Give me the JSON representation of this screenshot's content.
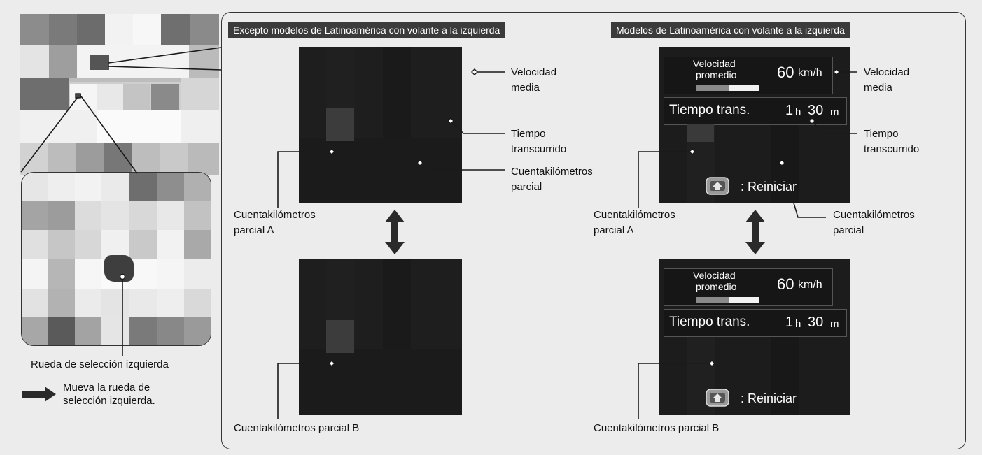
{
  "left_panel": {
    "wheel_label": "Rueda de selección izquierda",
    "arrow_legend": [
      "Mueva la rueda de",
      "selección izquierda."
    ]
  },
  "section_a": {
    "header": "Excepto modelos de Latinoamérica con volante a la izquierda",
    "avg_speed_label": [
      "Velocidad",
      "media"
    ],
    "elapsed_label": [
      "Tiempo",
      "transcurrido"
    ],
    "trip_label": [
      "Cuentakilómetros",
      "parcial"
    ],
    "trip_a_label": [
      "Cuentakilómetros",
      "parcial A"
    ],
    "trip_b_label": "Cuentakilómetros parcial B"
  },
  "section_b": {
    "header": "Modelos de Latinoamérica con volante a la izquierda",
    "avg_speed_label": [
      "Velocidad",
      "media"
    ],
    "elapsed_label": [
      "Tiempo",
      "transcurrido"
    ],
    "trip_label": [
      "Cuentakilómetros",
      "parcial"
    ],
    "trip_a_label": [
      "Cuentakilómetros",
      "parcial A"
    ],
    "trip_b_label": "Cuentakilómetros parcial B",
    "display": {
      "speed_label": [
        "Velocidad",
        "promedio"
      ],
      "speed_value": "60",
      "speed_unit": "km/h",
      "time_label": "Tiempo trans.",
      "time_hours": "1",
      "time_h_unit": "h",
      "time_minutes": "30",
      "time_m_unit": "m",
      "reset_label": ": Reiniciar"
    }
  }
}
